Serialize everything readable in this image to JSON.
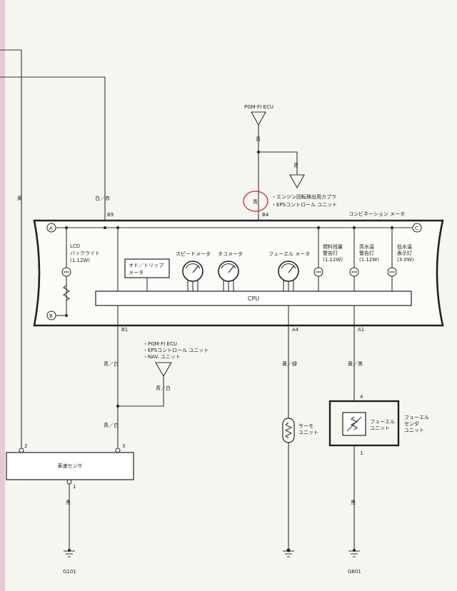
{
  "top": {
    "pgm_fi_ecu": "PGM-FI ECU",
    "wire_top": "青",
    "wire_branch": "青",
    "wire_circled": "青",
    "note_1": "・エンジン回転検出用カプラ",
    "note_2": "・EPSコントロール ユニット"
  },
  "left": {
    "wire_yellow": "黄",
    "wire_white_red": "白／赤"
  },
  "meter": {
    "title": "コンビネーション メータ",
    "pin_b9": "B9",
    "pin_b4": "B4",
    "pin_b1": "B1",
    "pin_a4": "A4",
    "pin_a1": "A1",
    "node_a": "A",
    "node_b": "B",
    "node_c": "C",
    "lcd_line1": "LCD",
    "lcd_line2": "バックライト",
    "lcd_line3": "(1.12W)",
    "odo_line1": "オド／トリップ",
    "odo_line2": "メータ",
    "speed": "スピードメータ",
    "tacho": "タコメータ",
    "fuel": "フューエル メータ",
    "lamp1_line1": "燃料残量",
    "lamp1_line2": "警告灯",
    "lamp1_line3": "(1.12W)",
    "lamp2_line1": "高水温",
    "lamp2_line2": "警告灯",
    "lamp2_line3": "(1.12W)",
    "lamp3_line1": "低水温",
    "lamp3_line2": "表示灯",
    "lamp3_line3": "(3.0W)",
    "cpu": "CPU"
  },
  "bottom": {
    "ecu_list_1": "・PGM-FI ECU",
    "ecu_list_2": "・EPSコントロール ユニット",
    "ecu_list_3": "・NAV. ユニット",
    "wire_blue_white_1": "青／白",
    "wire_blue_white_2": "青／白",
    "wire_blue_white_3": "青／白",
    "wire_yellow_green": "黄／緑",
    "wire_yellow_black": "黄／黒",
    "pin_2": "2",
    "pin_3": "3",
    "pin_1_sensor": "1",
    "speed_sensor": "車速センサ",
    "wire_black_1": "黒",
    "ground_g101": "G101",
    "thermo_line1": "サーモ",
    "thermo_line2": "ユニット",
    "pin_4": "4",
    "pin_1_fuel": "1",
    "fuel_unit_line1": "フューエル",
    "fuel_unit_line2": "ユニット",
    "fuel_sender_line1": "フューエル",
    "fuel_sender_line2": "センダ",
    "fuel_sender_line3": "ユニット",
    "wire_black_2": "黒",
    "ground_g601": "G601"
  }
}
